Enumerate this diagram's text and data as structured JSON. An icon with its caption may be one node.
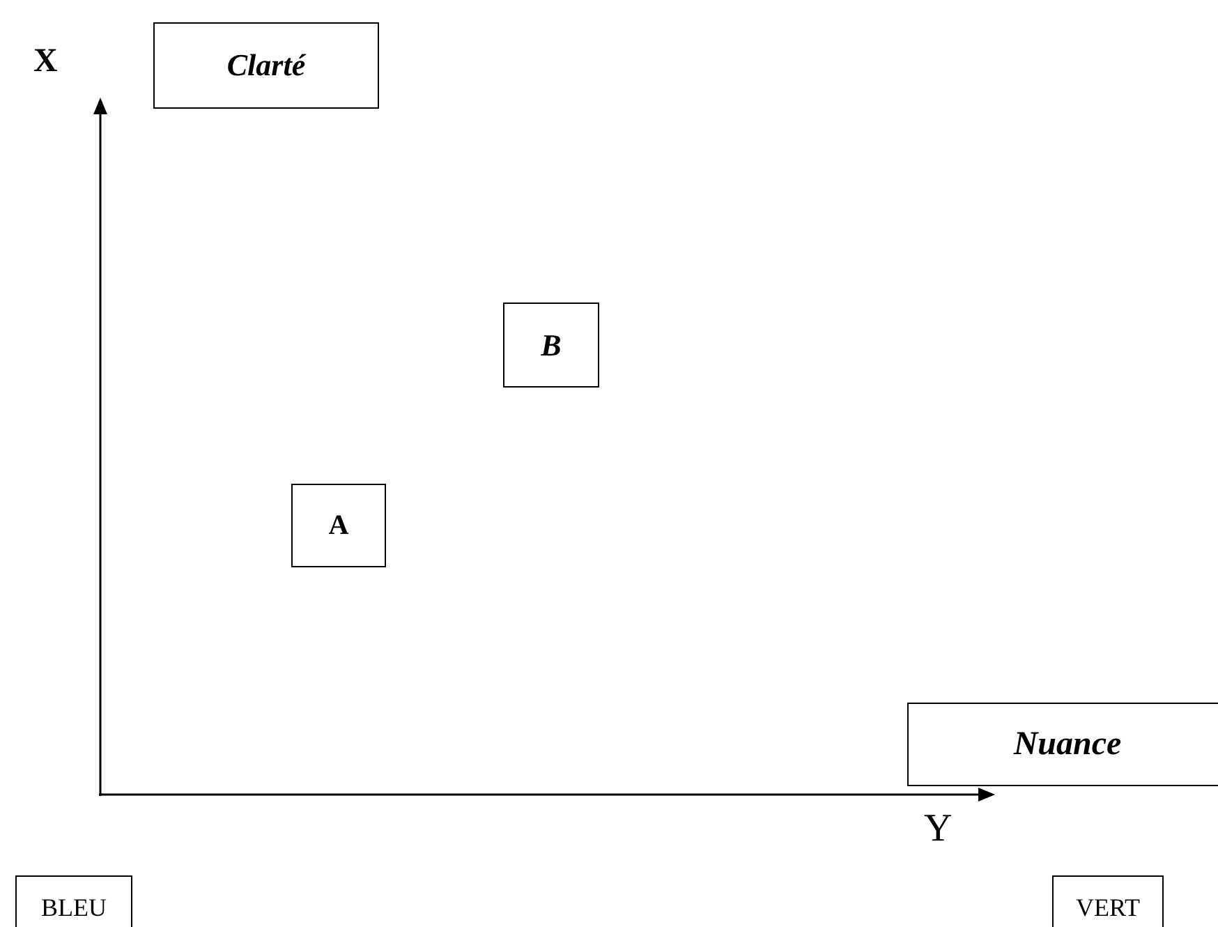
{
  "diagram": {
    "nodes": [
      {
        "text": [
          "Clarté"
        ]
      },
      {
        "text": [
          "B"
        ]
      },
      {
        "text": [
          "A"
        ]
      },
      {
        "text": [
          "Nuance"
        ]
      },
      {
        "text": [
          "BLEU"
        ]
      },
      {
        "text": [
          "VERT"
        ]
      }
    ],
    "labels": [
      "X",
      "Y"
    ]
  }
}
